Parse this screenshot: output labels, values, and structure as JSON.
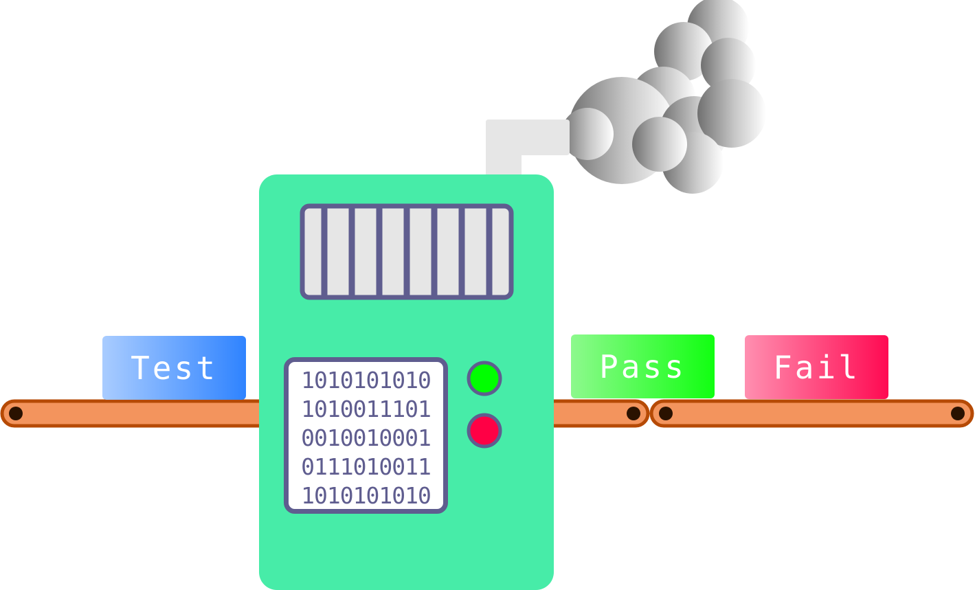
{
  "labels": {
    "test": "Test",
    "pass": "Pass",
    "fail": "Fail"
  },
  "binary_lines": [
    "1010101010",
    "1010011101",
    "0010010001",
    "0111010011",
    "1010101010"
  ],
  "indicators": {
    "green": "#00ff00",
    "red": "#ff0045"
  },
  "colors": {
    "machine_body": "#47eca8",
    "outline": "#5f5d8f",
    "belt": "#f3945d",
    "belt_edge": "#b64a05",
    "chimney": "#e6e6e6"
  }
}
